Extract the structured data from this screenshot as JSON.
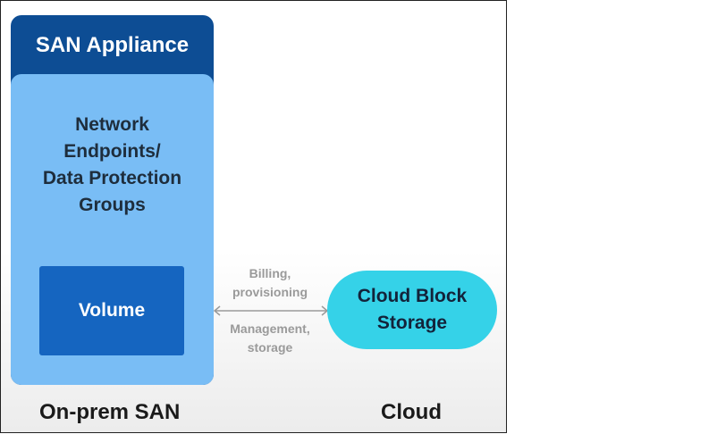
{
  "appliance": {
    "title": "SAN Appliance",
    "network_line1": "Network",
    "network_line2": "Endpoints/",
    "network_line3": "Data Protection",
    "network_line4": "Groups",
    "volume": "Volume"
  },
  "connection": {
    "top_line1": "Billing,",
    "top_line2": "provisioning",
    "bottom_line1": "Management,",
    "bottom_line2": "storage"
  },
  "cloud_storage": {
    "line1": "Cloud Block",
    "line2": "Storage"
  },
  "footer": {
    "left": "On-prem SAN",
    "right": "Cloud"
  },
  "colors": {
    "appliance_dark": "#0d4d94",
    "appliance_light": "#79bdf5",
    "volume": "#1565c0",
    "cloud": "#35d2e8",
    "connector": "#9a9a9a"
  }
}
